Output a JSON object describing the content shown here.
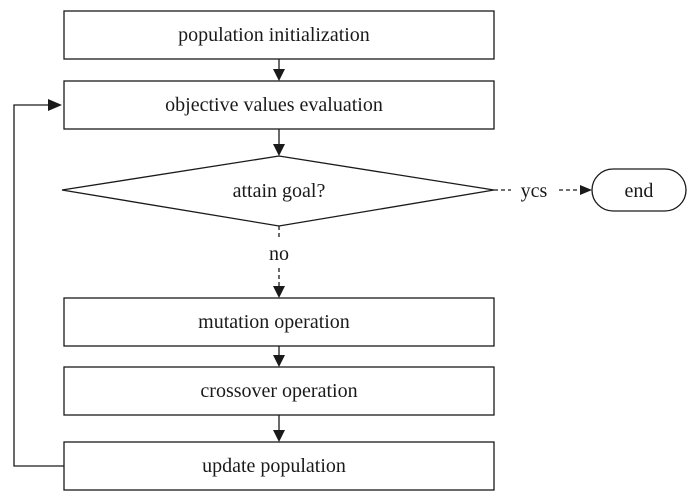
{
  "nodes": {
    "population_init": "population initialization",
    "objective_eval": "objective values evaluation",
    "decision": "attain goal?",
    "end": "end",
    "mutation": "mutation operation",
    "crossover": "crossover operation",
    "update": "update population"
  },
  "edge_labels": {
    "yes": "ycs",
    "no": "no"
  }
}
